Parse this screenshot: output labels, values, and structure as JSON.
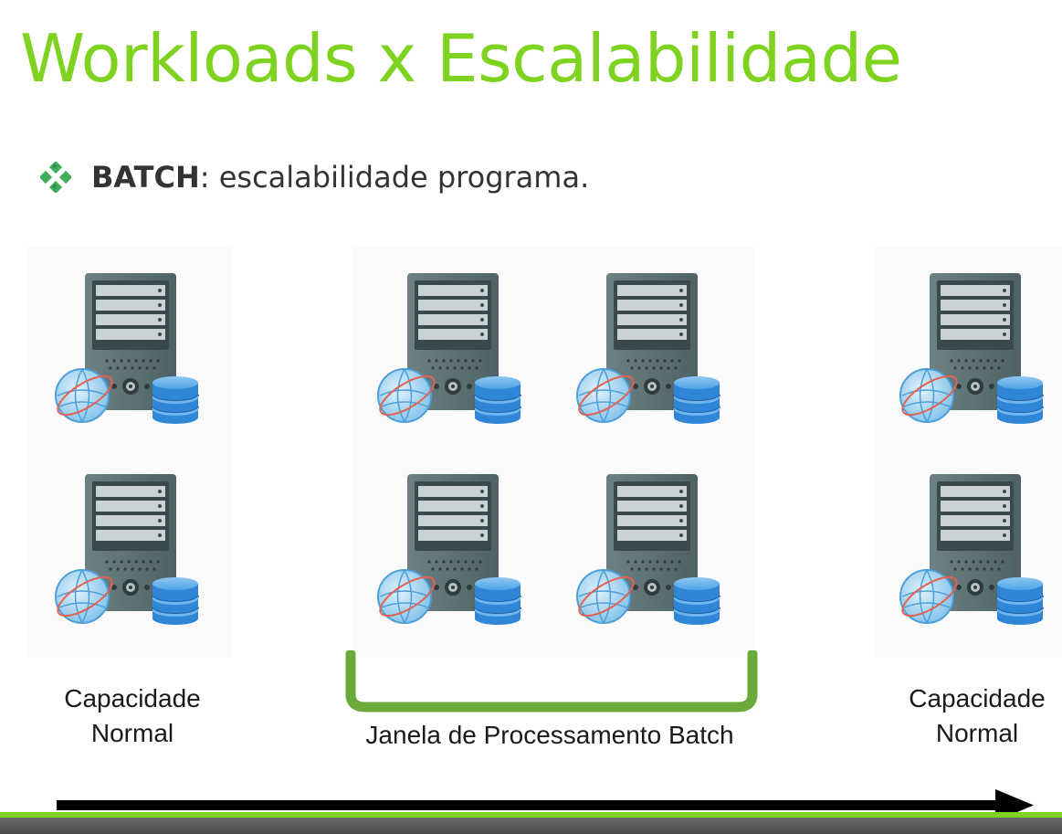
{
  "slide": {
    "title": "Workloads x Escalabilidade",
    "bullet": {
      "icon": "diamond-cluster-icon",
      "bold": "BATCH",
      "text": ": escalabilidade programa."
    },
    "groups": [
      {
        "servers": 2,
        "caption_line1": "Capacidade",
        "caption_line2": "Normal"
      },
      {
        "servers": 4,
        "caption": "Janela de Processamento Batch"
      },
      {
        "servers": 2,
        "caption_line1": "Capacidade",
        "caption_line2": "Normal"
      }
    ],
    "server_icon": "server-globe-database-icon",
    "colors": {
      "title_green": "#7ed321",
      "bracket_green": "#6aaa3a",
      "bullet_green": "#3fae5b",
      "server_gray": "#5c6f72",
      "database_blue": "#2f86d6",
      "globe_blue": "#7dbfe8"
    }
  }
}
